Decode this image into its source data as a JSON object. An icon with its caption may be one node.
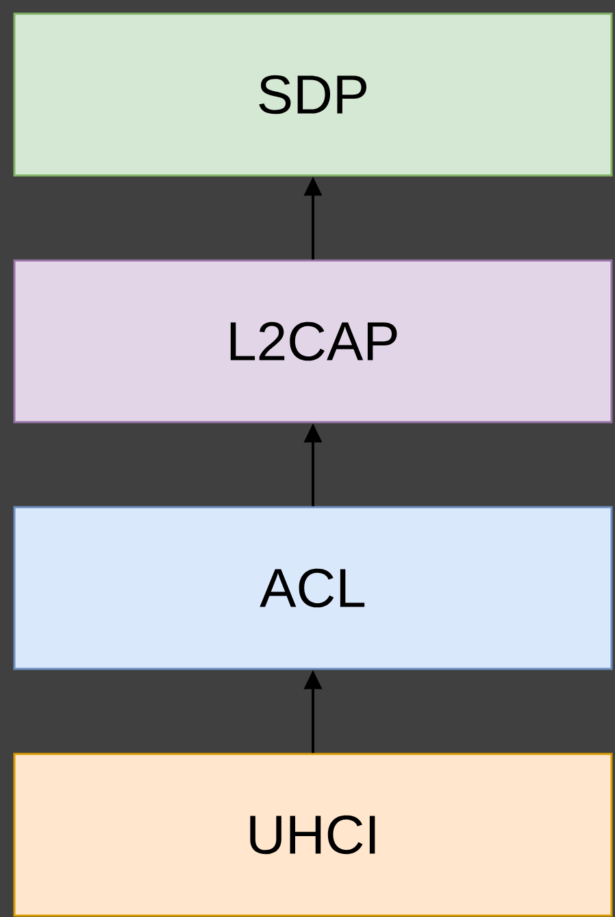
{
  "diagram": {
    "nodes": [
      {
        "text": [
          "SDP"
        ]
      },
      {
        "text": [
          "L2CAP"
        ]
      },
      {
        "text": [
          "ACL"
        ]
      },
      {
        "text": [
          "UHCI"
        ]
      }
    ],
    "edges": [
      {
        "from": 1,
        "to": 0,
        "arrow": "to"
      },
      {
        "from": 2,
        "to": 1,
        "arrow": "to"
      },
      {
        "from": 3,
        "to": 2,
        "arrow": "to"
      }
    ]
  }
}
